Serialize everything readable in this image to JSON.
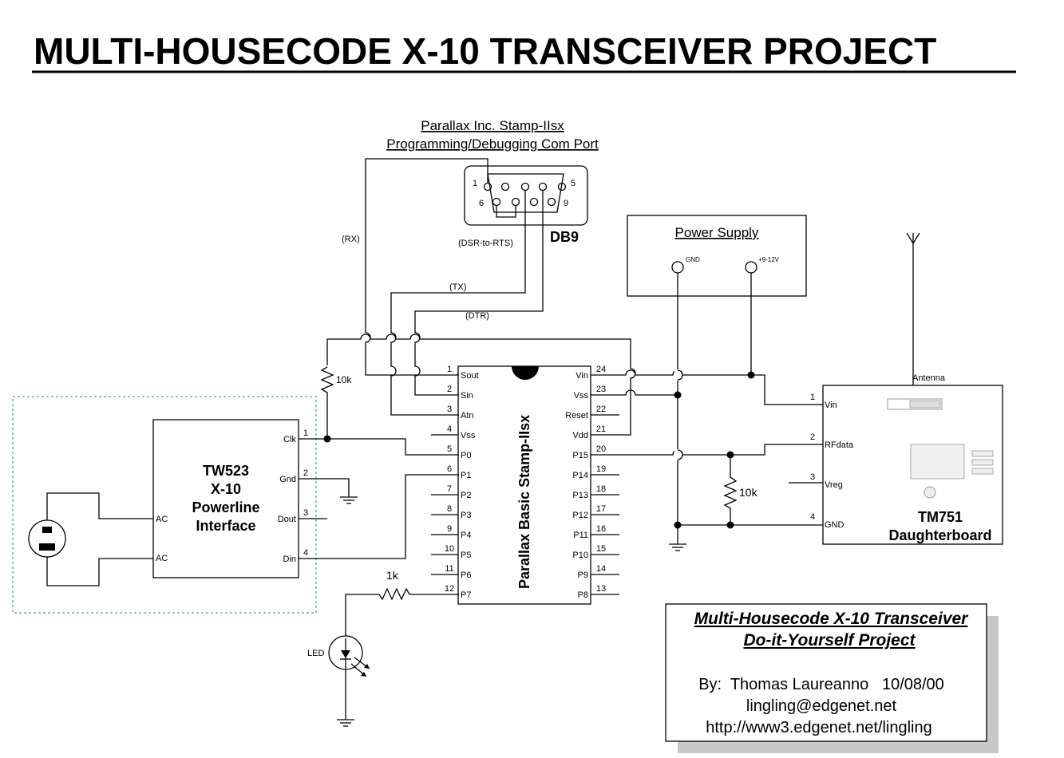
{
  "title": "MULTI-HOUSECODE X-10 TRANSCEIVER PROJECT",
  "com_port": {
    "line1": "Parallax Inc. Stamp-IIsx",
    "line2": "Programming/Debugging Com Port",
    "connector": "DB9",
    "pin_1": "1",
    "pin_5": "5",
    "pin_6": "6",
    "pin_9": "9",
    "jumper": "(DSR-to-RTS)",
    "rx": "(RX)",
    "tx": "(TX)",
    "dtr": "(DTR)"
  },
  "power_supply": {
    "title": "Power Supply",
    "gnd": "GND",
    "vin": "+9-12V"
  },
  "stamp": {
    "name": "Parallax Basic Stamp-IIsx",
    "left_pins": [
      {
        "num": "1",
        "name": "Sout"
      },
      {
        "num": "2",
        "name": "Sin"
      },
      {
        "num": "3",
        "name": "Atn"
      },
      {
        "num": "4",
        "name": "Vss"
      },
      {
        "num": "5",
        "name": "P0"
      },
      {
        "num": "6",
        "name": "P1"
      },
      {
        "num": "7",
        "name": "P2"
      },
      {
        "num": "8",
        "name": "P3"
      },
      {
        "num": "9",
        "name": "P4"
      },
      {
        "num": "10",
        "name": "P5"
      },
      {
        "num": "11",
        "name": "P6"
      },
      {
        "num": "12",
        "name": "P7"
      }
    ],
    "right_pins": [
      {
        "num": "24",
        "name": "Vin"
      },
      {
        "num": "23",
        "name": "Vss"
      },
      {
        "num": "22",
        "name": "Reset"
      },
      {
        "num": "21",
        "name": "Vdd"
      },
      {
        "num": "20",
        "name": "P15"
      },
      {
        "num": "19",
        "name": "P14"
      },
      {
        "num": "18",
        "name": "P13"
      },
      {
        "num": "17",
        "name": "P12"
      },
      {
        "num": "16",
        "name": "P11"
      },
      {
        "num": "15",
        "name": "P10"
      },
      {
        "num": "14",
        "name": "P9"
      },
      {
        "num": "13",
        "name": "P8"
      }
    ]
  },
  "tw523": {
    "lines": [
      "TW523",
      "X-10",
      "Powerline",
      "Interface"
    ],
    "pins": [
      {
        "num": "1",
        "name": "Clk"
      },
      {
        "num": "2",
        "name": "Gnd"
      },
      {
        "num": "3",
        "name": "Dout"
      },
      {
        "num": "4",
        "name": "Din"
      }
    ],
    "ac1": "AC",
    "ac2": "AC"
  },
  "tm751": {
    "line1": "TM751",
    "line2": "Daughterboard",
    "antenna": "Antenna",
    "pins": [
      {
        "num": "1",
        "name": "Vin"
      },
      {
        "num": "2",
        "name": "RFdata"
      },
      {
        "num": "3",
        "name": "Vreg"
      },
      {
        "num": "4",
        "name": "GND"
      }
    ]
  },
  "parts": {
    "r1": "10k",
    "r2": "1k",
    "r3": "10k",
    "led": "LED"
  },
  "credits": {
    "line1": "Multi-Housecode X-10 Transceiver",
    "line2": "Do-it-Yourself Project",
    "author": "By:  Thomas Laureanno   10/08/00",
    "email": "lingling@edgenet.net",
    "url": "http://www3.edgenet.net/lingling"
  }
}
